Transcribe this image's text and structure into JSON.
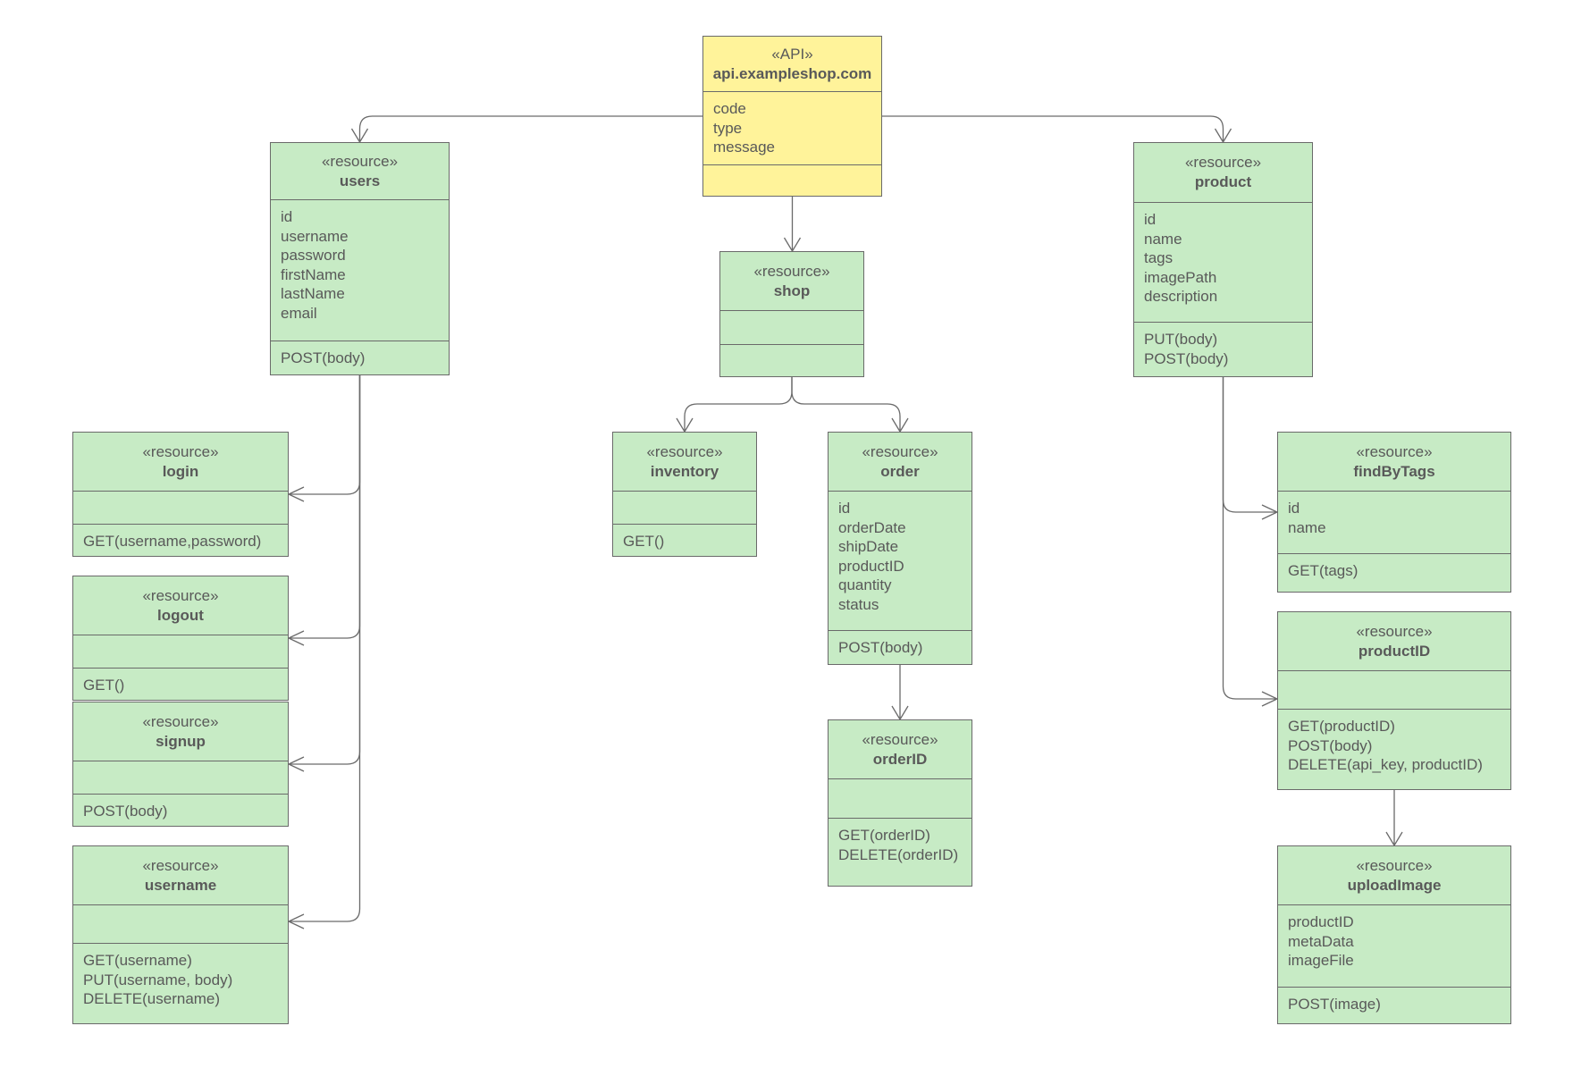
{
  "nodes": {
    "api": {
      "stereotype": "«API»",
      "name": "api.exampleshop.com",
      "attributes": [
        "code",
        "type",
        "message"
      ],
      "operations": [],
      "fill": "#fff39a"
    },
    "users": {
      "stereotype": "«resource»",
      "name": "users",
      "attributes": [
        "id",
        "username",
        "password",
        "firstName",
        "lastName",
        "email"
      ],
      "operations": [
        "POST(body)"
      ],
      "fill": "#c7ebc5"
    },
    "shop": {
      "stereotype": "«resource»",
      "name": "shop",
      "attributes": [],
      "operations": [],
      "fill": "#c7ebc5"
    },
    "product": {
      "stereotype": "«resource»",
      "name": "product",
      "attributes": [
        "id",
        "name",
        "tags",
        "imagePath",
        "description"
      ],
      "operations": [
        "PUT(body)",
        "POST(body)"
      ],
      "fill": "#c7ebc5"
    },
    "login": {
      "stereotype": "«resource»",
      "name": "login",
      "attributes": [],
      "operations": [
        "GET(username,password)"
      ],
      "fill": "#c7ebc5"
    },
    "logout": {
      "stereotype": "«resource»",
      "name": "logout",
      "attributes": [],
      "operations": [
        "GET()"
      ],
      "fill": "#c7ebc5"
    },
    "signup": {
      "stereotype": "«resource»",
      "name": "signup",
      "attributes": [],
      "operations": [
        "POST(body)"
      ],
      "fill": "#c7ebc5"
    },
    "username": {
      "stereotype": "«resource»",
      "name": "username",
      "attributes": [],
      "operations": [
        "GET(username)",
        "PUT(username, body)",
        "DELETE(username)"
      ],
      "fill": "#c7ebc5"
    },
    "inventory": {
      "stereotype": "«resource»",
      "name": "inventory",
      "attributes": [],
      "operations": [
        "GET()"
      ],
      "fill": "#c7ebc5"
    },
    "order": {
      "stereotype": "«resource»",
      "name": "order",
      "attributes": [
        "id",
        "orderDate",
        "shipDate",
        "productID",
        "quantity",
        "status"
      ],
      "operations": [
        "POST(body)"
      ],
      "fill": "#c7ebc5"
    },
    "orderID": {
      "stereotype": "«resource»",
      "name": "orderID",
      "attributes": [],
      "operations": [
        "GET(orderID)",
        "DELETE(orderID)"
      ],
      "fill": "#c7ebc5"
    },
    "findByTags": {
      "stereotype": "«resource»",
      "name": "findByTags",
      "attributes": [
        "id",
        "name"
      ],
      "operations": [
        "GET(tags)"
      ],
      "fill": "#c7ebc5"
    },
    "productID": {
      "stereotype": "«resource»",
      "name": "productID",
      "attributes": [],
      "operations": [
        "GET(productID)",
        "POST(body)",
        "DELETE(api_key, productID)"
      ],
      "fill": "#c7ebc5"
    },
    "uploadImage": {
      "stereotype": "«resource»",
      "name": "uploadImage",
      "attributes": [
        "productID",
        "metaData",
        "imageFile"
      ],
      "operations": [
        "POST(image)"
      ],
      "fill": "#c7ebc5"
    }
  },
  "edges": [
    {
      "from": "api",
      "to": "users"
    },
    {
      "from": "api",
      "to": "shop"
    },
    {
      "from": "api",
      "to": "product"
    },
    {
      "from": "users",
      "to": "login"
    },
    {
      "from": "users",
      "to": "logout"
    },
    {
      "from": "users",
      "to": "signup"
    },
    {
      "from": "users",
      "to": "username"
    },
    {
      "from": "shop",
      "to": "inventory"
    },
    {
      "from": "shop",
      "to": "order"
    },
    {
      "from": "order",
      "to": "orderID"
    },
    {
      "from": "product",
      "to": "findByTags"
    },
    {
      "from": "product",
      "to": "productID"
    },
    {
      "from": "productID",
      "to": "uploadImage"
    }
  ],
  "colors": {
    "line": "#6a6a6a",
    "text": "#595959",
    "resource_fill": "#c7ebc5",
    "api_fill": "#fff39a"
  }
}
